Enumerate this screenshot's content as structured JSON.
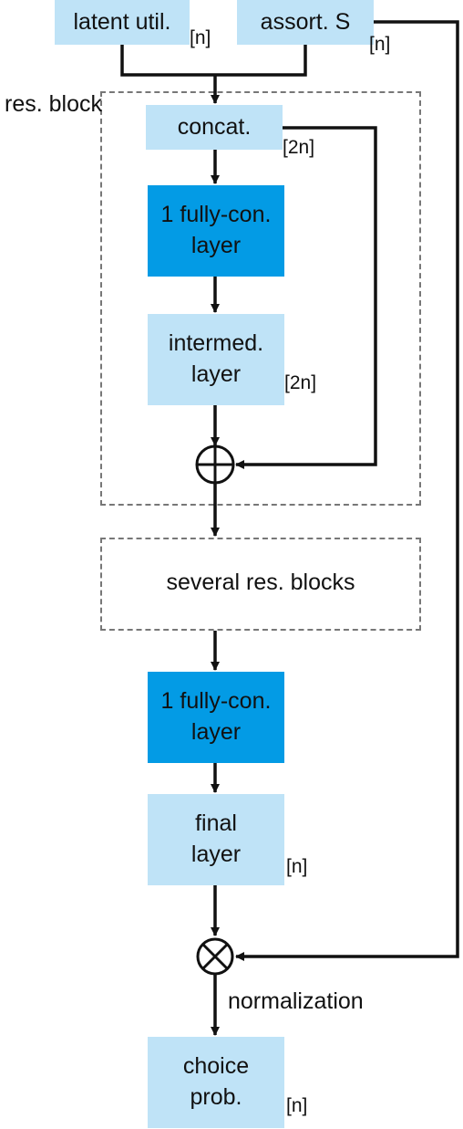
{
  "nodes": {
    "latent_util": {
      "label": "latent util.",
      "dim": "[n]"
    },
    "assort_s": {
      "label": "assort. S",
      "dim": "[n]"
    },
    "concat": {
      "label": "concat.",
      "dim": "[2n]"
    },
    "fc1": {
      "line1": "1 fully-con.",
      "line2": "layer"
    },
    "intermed": {
      "line1": "intermed.",
      "line2": "layer",
      "dim": "[2n]"
    },
    "several_blocks": {
      "label": "several res. blocks"
    },
    "fc2": {
      "line1": "1 fully-con.",
      "line2": "layer"
    },
    "final": {
      "line1": "final",
      "line2": "layer",
      "dim": "[n]"
    },
    "choice": {
      "line1": "choice",
      "line2": "prob.",
      "dim": "[n]"
    }
  },
  "res_block_label": "res. block",
  "normalization_label": "normalization",
  "colors": {
    "light_box": "#bfe3f7",
    "dark_box": "#039be5",
    "dash": "#777777",
    "line": "#111111"
  }
}
